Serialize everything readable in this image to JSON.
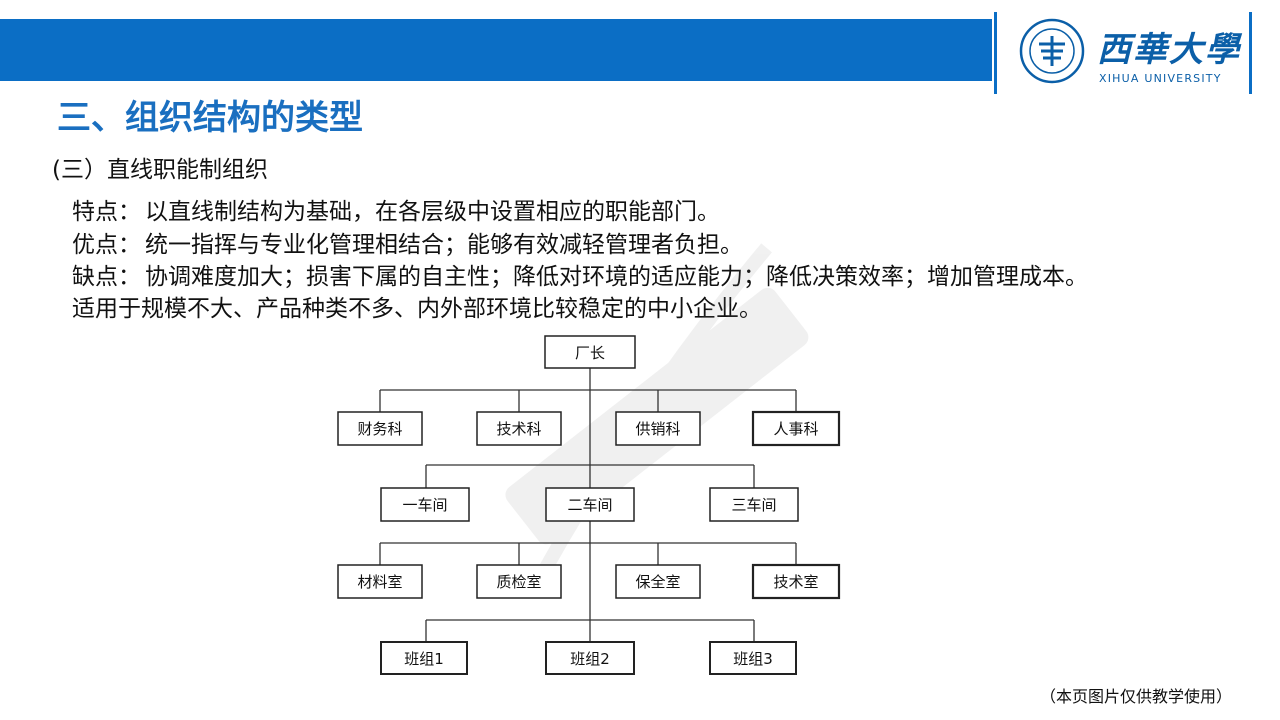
{
  "header": {
    "university_cn": "西華大學",
    "university_en": "XIHUA UNIVERSITY",
    "accent_color": "#0b6ec5"
  },
  "slide": {
    "title": "三、组织结构的类型",
    "subtitle": "(三）直线职能制组织",
    "lines": [
      {
        "label": "特点：",
        "text": "以直线制结构为基础，在各层级中设置相应的职能部门。"
      },
      {
        "label": "优点：",
        "text": "统一指挥与专业化管理相结合；能够有效减轻管理者负担。"
      },
      {
        "label": "缺点：",
        "text": "协调难度加大；损害下属的自主性；降低对环境的适应能力；降低决策效率；增加管理成本。"
      },
      {
        "label": "",
        "text": "适用于规模不大、产品种类不多、内外部环境比较稳定的中小企业。"
      }
    ],
    "footnote": "（本页图片仅供教学使用）"
  },
  "org_chart": {
    "root": "厂长",
    "staff": [
      "财务科",
      "技术科",
      "供销科",
      "人事科"
    ],
    "workshops": [
      "一车间",
      "二车间",
      "三车间"
    ],
    "sections": [
      "材料室",
      "质检室",
      "保全室",
      "技术室"
    ],
    "teams": [
      "班组1",
      "班组2",
      "班组3"
    ]
  }
}
